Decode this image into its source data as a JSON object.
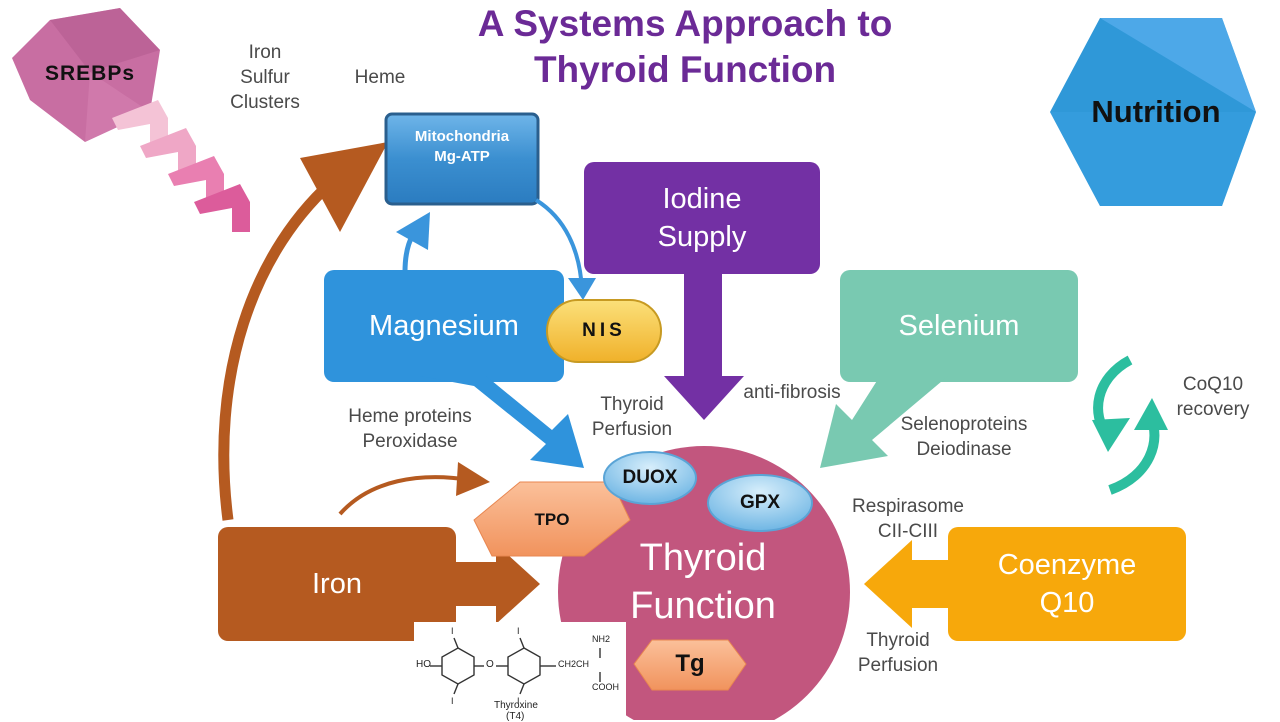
{
  "title": {
    "line1": "A Systems Approach to",
    "line2": "Thyroid Function"
  },
  "nodes": {
    "srebps": "SREBPs",
    "nutrition": "Nutrition",
    "mitochondria": {
      "line1": "Mitochondria",
      "line2": "Mg-ATP"
    },
    "iodine": {
      "line1": "Iodine",
      "line2": "Supply"
    },
    "magnesium": "Magnesium",
    "nis": "NIS",
    "selenium": "Selenium",
    "iron": "Iron",
    "coenzyme": {
      "line1": "Coenzyme",
      "line2": "Q10"
    },
    "thyroid": {
      "line1": "Thyroid",
      "line2": "Function"
    },
    "duox": "DUOX",
    "gpx": "GPX",
    "tpo": "TPO",
    "tg": "Tg"
  },
  "labels": {
    "iron_sulfur": {
      "line1": "Iron",
      "line2": "Sulfur",
      "line3": "Clusters"
    },
    "heme": "Heme",
    "heme_proteins": {
      "line1": "Heme proteins",
      "line2": "Peroxidase"
    },
    "thyroid_perfusion_top": {
      "line1": "Thyroid",
      "line2": "Perfusion"
    },
    "anti_fibrosis": "anti-fibrosis",
    "selenoproteins": {
      "line1": "Selenoproteins",
      "line2": "Deiodinase"
    },
    "coq10_recovery": {
      "line1": "CoQ10",
      "line2": "recovery"
    },
    "respirasome": {
      "line1": "Respirasome",
      "line2": "CII-CIII"
    },
    "thyroid_perfusion_bottom": {
      "line1": "Thyroid",
      "line2": "Perfusion"
    }
  },
  "molecule": {
    "name": "Thyroxine",
    "abbr": "(T4)",
    "atoms": {
      "ho": "HO",
      "o": "O",
      "i": "I",
      "nh2": "NH2",
      "ch2ch": "CH2CH",
      "cooh": "COOH"
    }
  },
  "colors": {
    "title": "#6b2a96",
    "srebps": "#c0649a",
    "nutrition": "#2f98d8",
    "mitochondria": "#3b8fd0",
    "iodine": "#7330a4",
    "magnesium": "#2f93dc",
    "nis": "#f4bf3c",
    "selenium": "#79c9b1",
    "iron": "#b55a20",
    "coenzyme": "#f7a80b",
    "thyroid": "#c2567e",
    "enzyme_oval": "#8cc9ec",
    "tpo": "#f6a477",
    "coq10_cycle": "#2cbe9f"
  }
}
